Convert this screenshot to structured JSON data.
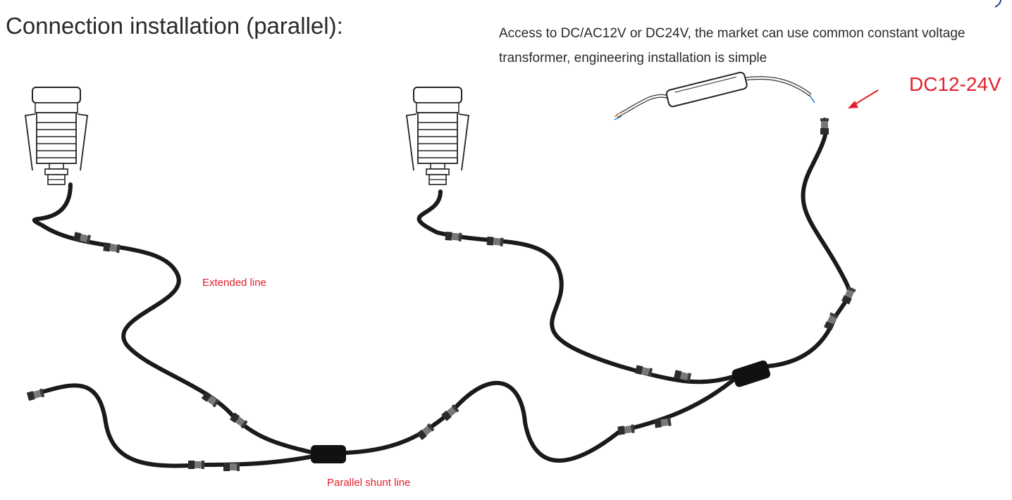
{
  "title": "Connection installation (parallel):",
  "note": "Access to DC/AC12V or DC24V, the market can use common constant voltage transformer, engineering installation is simple",
  "voltage_label": "DC12-24V",
  "labels": {
    "extended_line": "Extended line",
    "parallel_shunt_line": "Parallel shunt line"
  },
  "colors": {
    "accent_red": "#e3202a",
    "cable": "#1a1a1a",
    "text": "#2a2a2a"
  },
  "components": [
    "downlight-1",
    "downlight-2",
    "transformer",
    "parallel-splitter-1",
    "parallel-splitter-2",
    "connector-pairs"
  ]
}
